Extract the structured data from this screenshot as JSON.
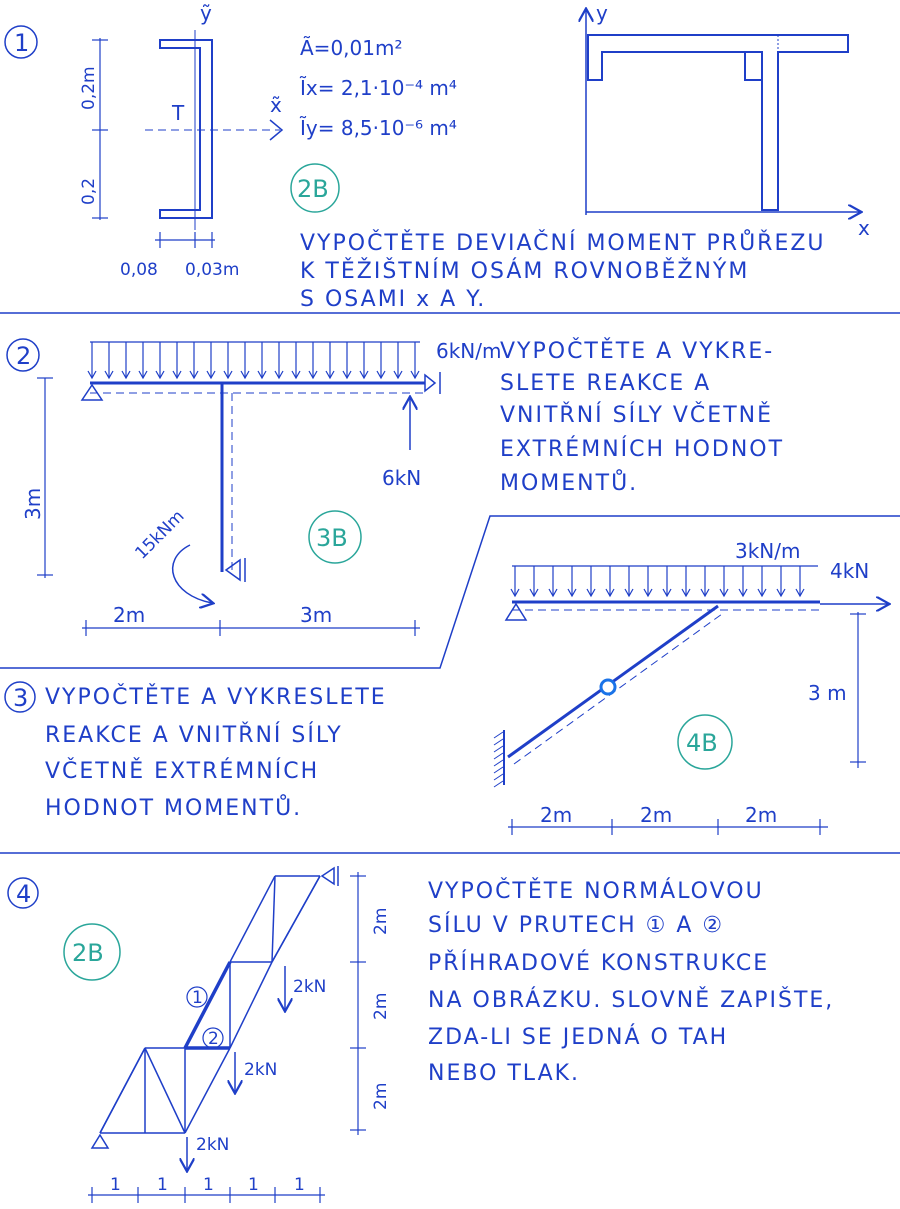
{
  "colors": {
    "ink": "#1f3fc8",
    "teal": "#2aa69a",
    "hinge": "#1a73e8"
  },
  "problem1": {
    "number": "1",
    "axis_y_tilde": "ỹ",
    "axis_x_tilde": "x̃",
    "centroid_label": "T",
    "dim_top": "0,2m",
    "dim_bottom": "0,2",
    "dim_flange_a": "0,08",
    "dim_flange_b": "0,03m",
    "area": "Ã=0,01m²",
    "ix": "Ĩx= 2,1·10⁻⁴ m⁴",
    "iy": "Ĩy= 8,5·10⁻⁶ m⁴",
    "score": "2B",
    "right_axis_y": "y",
    "right_axis_x": "x",
    "task_lines": [
      "VYPOČTĚTE DEVIAČNÍ MOMENT PRŮŘEZU",
      "K TĚŽIŠTNÍM OSÁM ROVNOBĚŽNÝM",
      "S OSAMI x A Y."
    ]
  },
  "problem2": {
    "number": "2",
    "load": "6kN/m",
    "height": "3m",
    "moment": "15kNm",
    "force": "6kN",
    "score": "3B",
    "span_left": "2m",
    "span_right": "3m",
    "task_lines": [
      "VYPOČTĚTE A VYKRE-",
      "SLETE REAKCE A",
      "VNITŘNÍ SÍLY VČETNĚ",
      "EXTRÉMNÍCH HODNOT",
      "MOMENTŮ."
    ]
  },
  "problem3": {
    "number": "3",
    "load": "3kN/m",
    "force": "4kN",
    "height": "3 m",
    "score": "4B",
    "spans": [
      "2m",
      "2m",
      "2m"
    ],
    "task_lines": [
      "VYPOČTĚTE A VYKRESLETE",
      "REAKCE A VNITŘNÍ SÍLY",
      "VČETNĚ EXTRÉMNÍCH",
      "HODNOT MOMENTŮ."
    ]
  },
  "problem4": {
    "number": "4",
    "score": "2B",
    "member1": "1",
    "member2": "2",
    "loads": [
      "2kN",
      "2kN",
      "2kN"
    ],
    "heights": [
      "2m",
      "2m",
      "2m"
    ],
    "spans": [
      "1",
      "1",
      "1",
      "1",
      "1"
    ],
    "task_lines": [
      "VYPOČTĚTE NORMÁLOVOU",
      "SÍLU V PRUTECH ① A ②",
      "PŘÍHRADOVÉ KONSTRUKCE",
      "NA OBRÁZKU. SLOVNĚ ZAPIŠTE,",
      "ZDA-LI SE JEDNÁ O TAH",
      "NEBO TLAK."
    ]
  }
}
